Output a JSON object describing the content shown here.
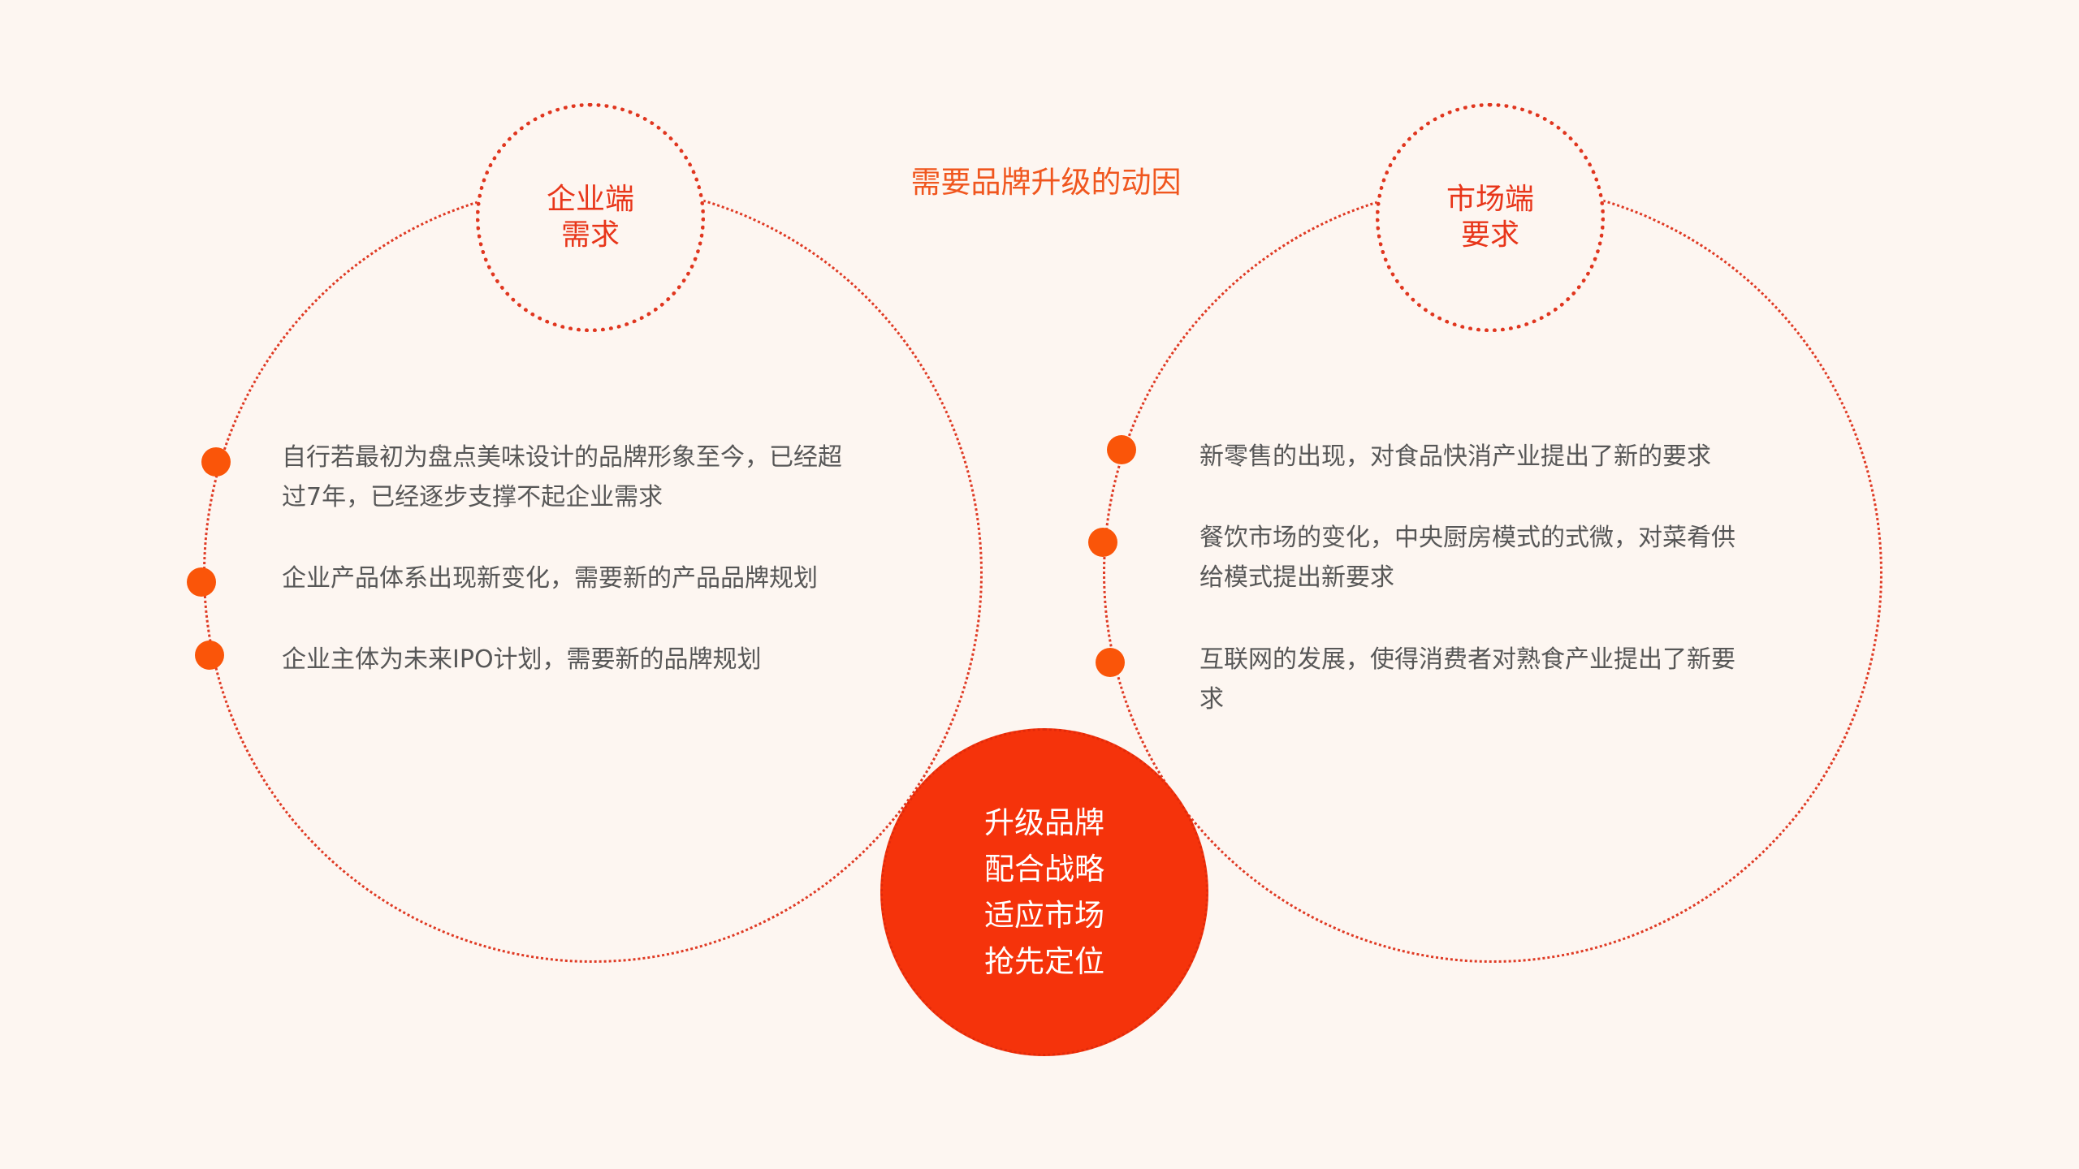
{
  "title": "需要品牌升级的动因",
  "colors": {
    "background": "#FDF6F1",
    "accent": "#F5330B",
    "dot": "#FA5509",
    "dotted_line": "#DF3A24",
    "title": "#F0561E",
    "body_text": "#575757"
  },
  "left": {
    "label": "企业端\n需求",
    "items": [
      {
        "text": "自行若最初为盘点美味设计的品牌形象至今，已经超\n过7年，已经逐步支撑不起企业需求"
      },
      {
        "text": "企业产品体系出现新变化，需要新的产品品牌规划"
      },
      {
        "text": "企业主体为未来IPO计划，需要新的品牌规划"
      }
    ]
  },
  "right": {
    "label": "市场端\n要求",
    "items": [
      {
        "text": "新零售的出现，对食品快消产业提出了新的要求"
      },
      {
        "text": "餐饮市场的变化，中央厨房模式的式微，对菜肴供\n给模式提出新要求"
      },
      {
        "text": "互联网的发展，使得消费者对熟食产业提出了新要\n求"
      }
    ]
  },
  "core": {
    "lines": [
      "升级品牌",
      "配合战略",
      "适应市场",
      "抢先定位"
    ]
  }
}
